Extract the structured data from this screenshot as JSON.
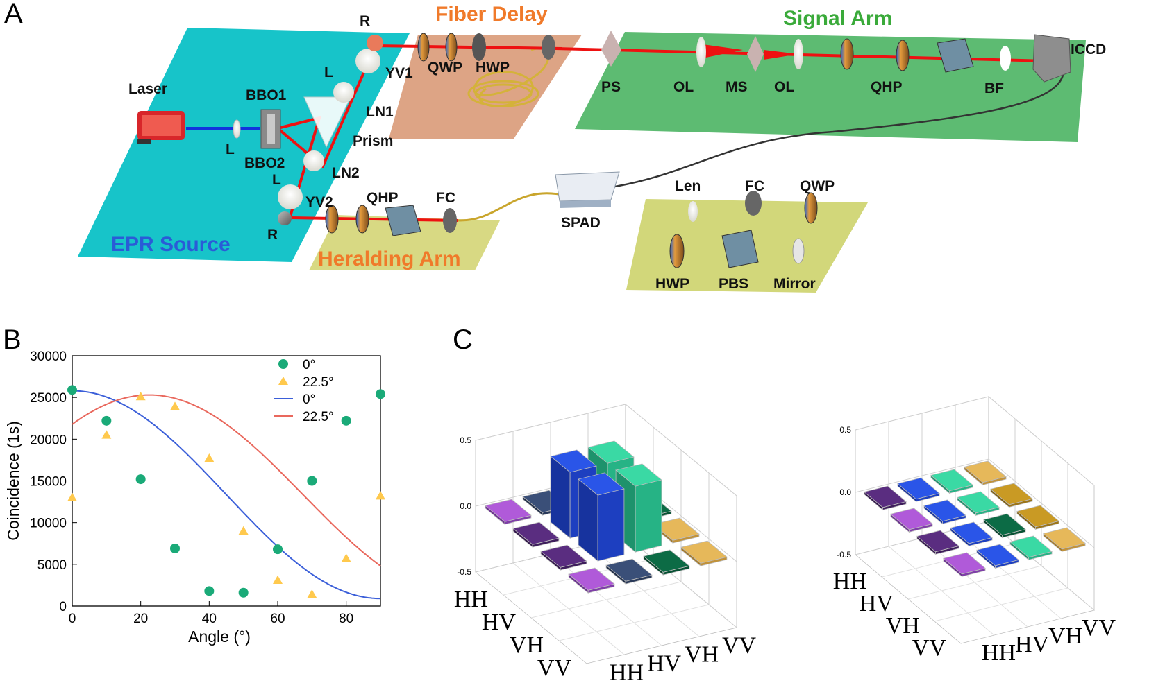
{
  "panels": {
    "a": "A",
    "b": "B",
    "c": "C"
  },
  "setup": {
    "zones": {
      "epr": "EPR Source",
      "fiber": "Fiber Delay",
      "signal": "Signal Arm",
      "herald": "Heralding Arm"
    },
    "labels": {
      "laser": "Laser",
      "bbo1": "BBO1",
      "bbo2": "BBO2",
      "l_src": "L",
      "l1": "L",
      "l2": "L",
      "r_top": "R",
      "r_bot": "R",
      "yv1": "YV1",
      "yv2": "YV2",
      "ln1": "LN1",
      "ln2": "LN2",
      "prism": "Prism",
      "qwp_fd": "QWP",
      "hwp_fd": "HWP",
      "ps": "PS",
      "ol1": "OL",
      "ms": "MS",
      "ol2": "OL",
      "qhp_sig": "QHP",
      "bf": "BF",
      "iccd": "ICCD",
      "qhp_her": "QHP",
      "fc_her": "FC",
      "spad": "SPAD",
      "len": "Len",
      "fc_b": "FC",
      "qwp_b": "QWP",
      "hwp_b": "HWP",
      "pbs": "PBS",
      "mirror": "Mirror"
    },
    "colors": {
      "epr": "#17c4c9",
      "fiber": "#d99a78",
      "signal": "#5dbb72",
      "herald": "#d8d983",
      "beam_red": "#ee1111",
      "beam_blue": "#1133dd",
      "zone_text_blue": "#2a5bd7",
      "zone_text_orange": "#f07a2a",
      "zone_text_green": "#3aaa3a"
    }
  },
  "chart_data": [
    {
      "type": "scatter",
      "title": "",
      "xlabel": "Angle (°)",
      "ylabel": "Coincidence (1s)",
      "xlim": [
        0,
        90
      ],
      "ylim": [
        0,
        30000
      ],
      "xticks": [
        0,
        20,
        40,
        60,
        80
      ],
      "yticks": [
        0,
        5000,
        10000,
        15000,
        20000,
        25000,
        30000
      ],
      "grid": false,
      "legend_position": "top-right",
      "series": [
        {
          "name": "0°",
          "kind": "points",
          "marker": "circle",
          "color": "#1aaa78",
          "x": [
            0,
            10,
            20,
            30,
            40,
            50,
            60,
            70,
            80,
            90
          ],
          "y": [
            25900,
            22200,
            15200,
            6900,
            1800,
            1600,
            6800,
            15000,
            22200,
            25400
          ]
        },
        {
          "name": "22.5°",
          "kind": "points",
          "marker": "triangle",
          "color": "#ffc94d",
          "x": [
            0,
            10,
            20,
            30,
            40,
            50,
            60,
            70,
            80,
            90
          ],
          "y": [
            13000,
            20500,
            25100,
            23900,
            17700,
            9000,
            3100,
            1400,
            5700,
            13200
          ]
        },
        {
          "name": "0°",
          "kind": "fit",
          "color": "#3b5fd9",
          "mean": 13350,
          "amplitude": 12450,
          "phase_deg": 0
        },
        {
          "name": "22.5°",
          "kind": "fit",
          "color": "#e9685d",
          "mean": 13300,
          "amplitude": 12000,
          "phase_deg": 22.5
        }
      ]
    },
    {
      "type": "bar3d",
      "title": "",
      "zlim": [
        -0.5,
        0.5
      ],
      "zticks": [
        "0.5",
        "0.0",
        "-0.5"
      ],
      "row_labels": [
        "HH",
        "HV",
        "VH",
        "VV"
      ],
      "col_labels": [
        "HH",
        "HV",
        "VH",
        "VV"
      ],
      "values": [
        [
          0.0,
          0.0,
          0.0,
          0.0
        ],
        [
          0.0,
          0.5,
          0.5,
          0.0
        ],
        [
          0.0,
          0.5,
          0.5,
          0.0
        ],
        [
          0.0,
          0.0,
          0.0,
          0.0
        ]
      ]
    },
    {
      "type": "bar3d",
      "title": "",
      "zlim": [
        -0.5,
        0.5
      ],
      "zticks": [
        "0.5",
        "0.0",
        "-0.5"
      ],
      "row_labels": [
        "HH",
        "HV",
        "VH",
        "VV"
      ],
      "col_labels": [
        "HH",
        "HV",
        "VH",
        "VV"
      ],
      "values": [
        [
          0.0,
          0.0,
          0.0,
          0.0
        ],
        [
          0.0,
          0.0,
          0.0,
          0.0
        ],
        [
          0.0,
          0.0,
          0.0,
          0.0
        ],
        [
          0.0,
          0.0,
          0.0,
          0.0
        ]
      ]
    }
  ]
}
